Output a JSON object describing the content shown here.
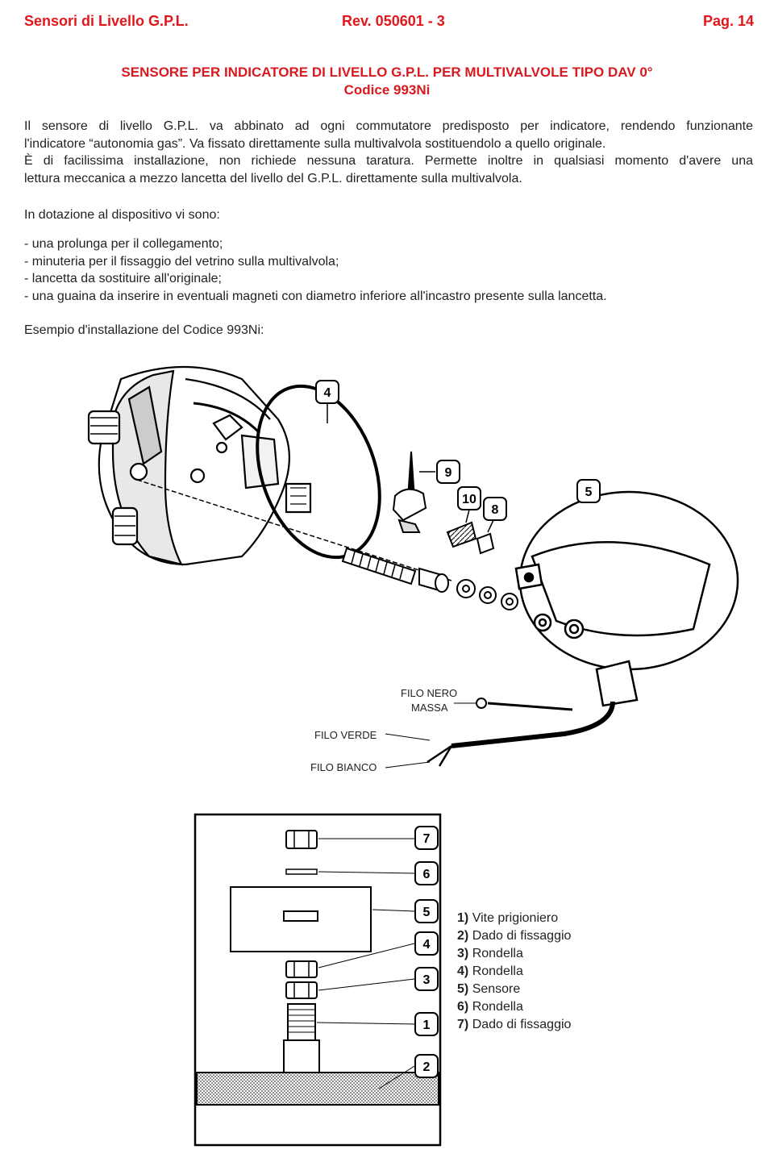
{
  "header": {
    "left": "Sensori di Livello G.P.L.",
    "middle": "Rev. 050601 - 3",
    "right": "Pag. 14"
  },
  "title": {
    "line1": "SENSORE PER INDICATORE DI LIVELLO G.P.L. PER MULTIVALVOLE TIPO DAV 0°",
    "line2": "Codice 993Ni"
  },
  "intro": {
    "lines": [
      "Il sensore di livello G.P.L. va abbinato ad ogni commutatore predisposto per indicatore, rendendo funzionante",
      "l'indicatore “autonomia gas”. Va fissato direttamente sulla multivalvola sostituendolo a quello originale.",
      "È di facilissima installazione, non richiede nessuna taratura. Permette inoltre in qualsiasi momento d'avere una",
      "lettura meccanica a mezzo lancetta del livello del G.P.L. direttamente sulla multivalvola."
    ]
  },
  "kit": {
    "heading": "In dotazione al dispositivo vi sono:",
    "items": [
      "- una prolunga per il collegamento;",
      "- minuteria per il fissaggio del vetrino sulla multivalvola;",
      "- lancetta da sostituire all'originale;",
      "- una guaina da inserire in eventuali magneti con diametro inferiore all'incastro presente sulla lancetta."
    ]
  },
  "example_heading": "Esempio d'installazione del Codice 993Ni:",
  "diagram_top": {
    "callouts": [
      "4",
      "9",
      "10",
      "8",
      "5"
    ],
    "wire_labels": {
      "black_line1": "FILO NERO",
      "black_line2": "MASSA",
      "green": "FILO VERDE",
      "white": "FILO BIANCO"
    }
  },
  "diagram_bottom": {
    "callouts": [
      "7",
      "6",
      "5",
      "4",
      "3",
      "1",
      "2"
    ]
  },
  "legend": [
    {
      "num": "1)",
      "text": "Vite prigioniero"
    },
    {
      "num": "2)",
      "text": "Dado di fissaggio"
    },
    {
      "num": "3)",
      "text": "Rondella"
    },
    {
      "num": "4)",
      "text": "Rondella"
    },
    {
      "num": "5)",
      "text": "Sensore"
    },
    {
      "num": "6)",
      "text": "Rondella"
    },
    {
      "num": "7)",
      "text": "Dado di fissaggio"
    }
  ],
  "colors": {
    "header_red": "#e3171b",
    "title_red": "#d61a1f"
  }
}
